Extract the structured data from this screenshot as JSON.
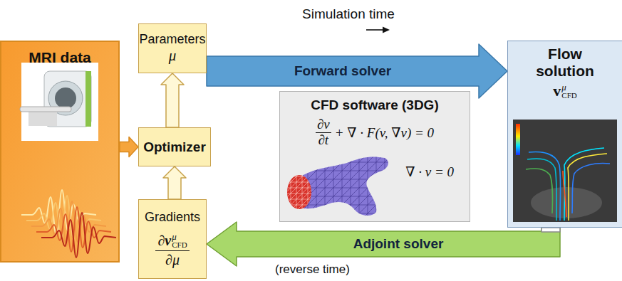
{
  "diagram": {
    "nodes": [
      {
        "text": [
          "MRI data"
        ]
      },
      {
        "text": [
          "Parameters",
          "μ"
        ]
      },
      {
        "text": [
          "Optimizer"
        ]
      },
      {
        "text": [
          "Gradients",
          "∂v",
          "μ",
          "CFD",
          "∂μ"
        ]
      },
      {
        "text": [
          "CFD software (3DG)",
          "∂v",
          "∂t",
          "+ ∇ · F(v, ∇v) = 0",
          "∇ · v = 0"
        ]
      },
      {
        "text": [
          "Flow solution",
          "v",
          "μ",
          "CFD"
        ]
      }
    ],
    "edges": [
      {
        "from": 0,
        "to": 2,
        "arrow": "to"
      },
      {
        "from": 2,
        "to": 1,
        "arrow": "to"
      },
      {
        "from": 3,
        "to": 2,
        "arrow": "to"
      },
      {
        "from": 1,
        "to": 5,
        "label": "Forward solver",
        "arrow": "to"
      },
      {
        "from": 5,
        "to": 3,
        "label": "Adjoint solver",
        "arrow": "to"
      }
    ],
    "labels": [
      "Simulation time",
      "(reverse time)"
    ]
  }
}
